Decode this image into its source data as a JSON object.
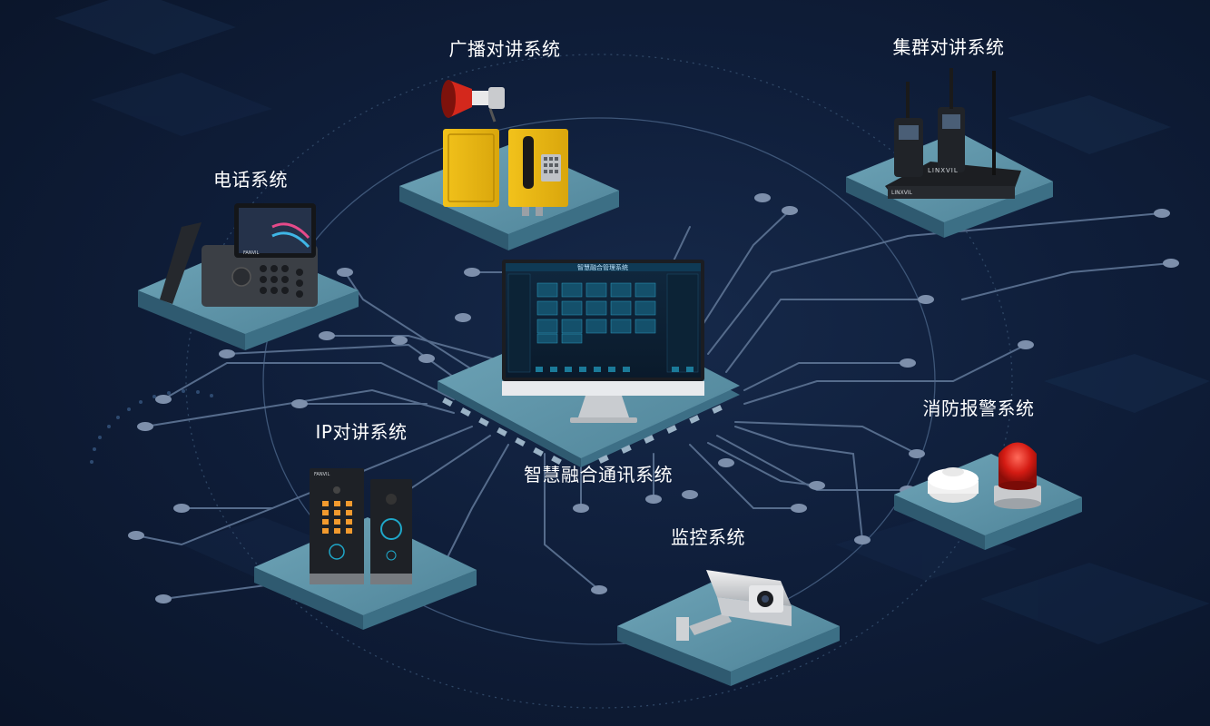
{
  "hub": {
    "label": "智慧融合通讯系统",
    "screen_title": "智慧融合管理系统"
  },
  "nodes": [
    {
      "id": "broadcast",
      "label": "广播对讲系统"
    },
    {
      "id": "trunking",
      "label": "集群对讲系统"
    },
    {
      "id": "telephone",
      "label": "电话系统"
    },
    {
      "id": "ip-intercom",
      "label": "IP对讲系统"
    },
    {
      "id": "fire-alarm",
      "label": "消防报警系统"
    },
    {
      "id": "surveillance",
      "label": "监控系统"
    }
  ],
  "brands": {
    "router": "LINXVIL",
    "router_front": "LINXVIL",
    "phone": "FANVIL",
    "intercom": "FANVIL"
  },
  "colors": {
    "background": "#0f1e3a",
    "platform_top": "#5c93a8",
    "platform_side": "#3c6f85",
    "circuit": "#5a6f8e",
    "label": "#ffffff"
  }
}
